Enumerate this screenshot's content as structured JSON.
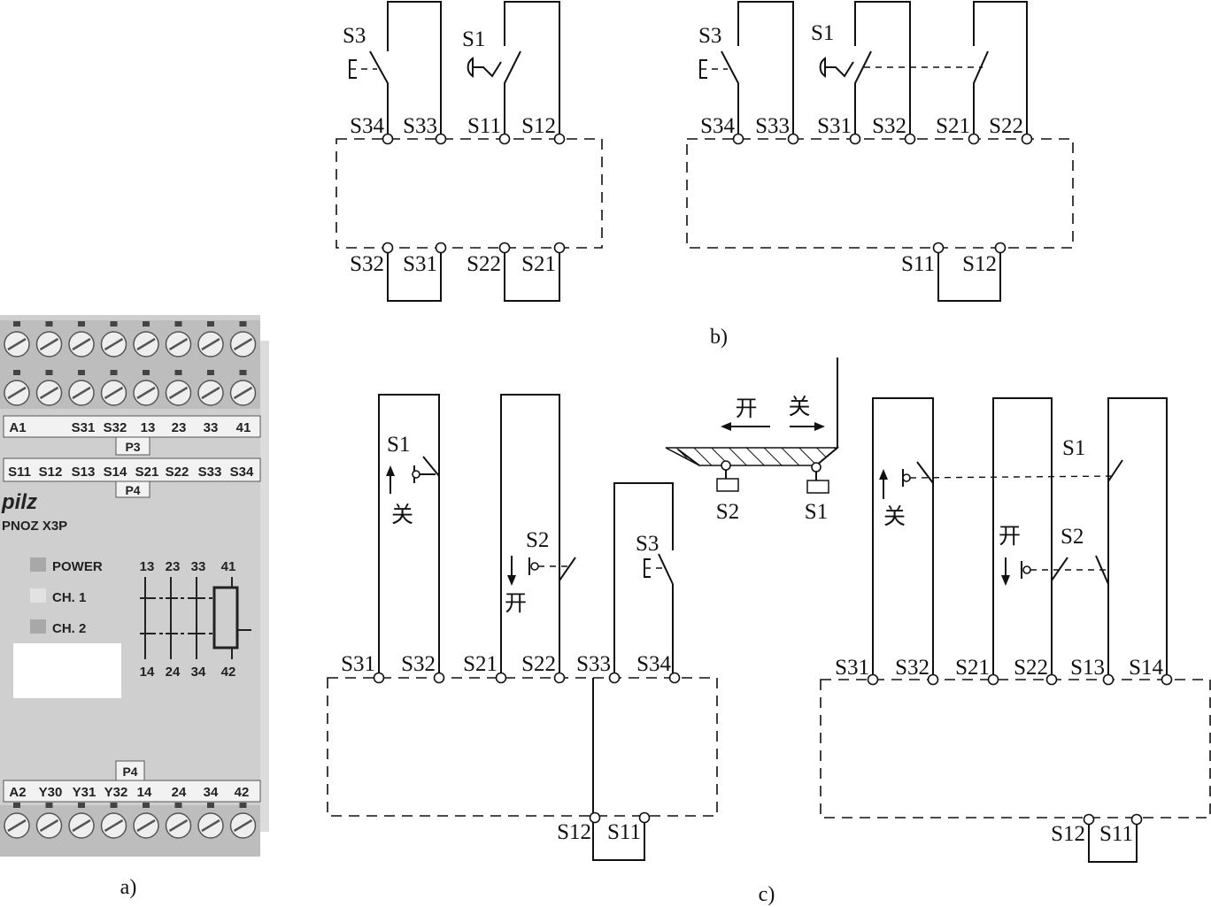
{
  "device": {
    "terminal_row_p3": [
      "A1",
      "S31",
      "S32",
      "13",
      "23",
      "33",
      "41"
    ],
    "p3_tag": "P3",
    "terminal_row_s": [
      "S11",
      "S12",
      "S13",
      "S14",
      "S21",
      "S22",
      "S33",
      "S34"
    ],
    "p4_tag": "P4",
    "brand": "pilz",
    "model": "PNOZ X3P",
    "leds": [
      "POWER",
      "CH. 1",
      "CH. 2"
    ],
    "contacts_top": [
      "13",
      "23",
      "33",
      "41"
    ],
    "contacts_bottom": [
      "14",
      "24",
      "34",
      "42"
    ],
    "p4_bottom_tag": "P4",
    "terminal_row_bottom": [
      "A2",
      "Y30",
      "Y31",
      "Y32",
      "14",
      "24",
      "34",
      "42"
    ],
    "caption": "a)"
  },
  "diagram_b": {
    "caption": "b)",
    "left": {
      "switch_labels": [
        "S3",
        "S1"
      ],
      "top_terminals": [
        "S34",
        "S33",
        "S11",
        "S12"
      ],
      "bottom_terminals": [
        "S32",
        "S31",
        "S22",
        "S21"
      ]
    },
    "right": {
      "switch_labels": [
        "S3",
        "S1"
      ],
      "top_terminals": [
        "S34",
        "S33",
        "S31",
        "S32",
        "S21",
        "S22"
      ],
      "bottom_terminals": [
        "S11",
        "S12"
      ]
    }
  },
  "diagram_c": {
    "caption": "c)",
    "door": {
      "open_label": "开",
      "close_label": "关",
      "switch_labels": [
        "S2",
        "S1"
      ]
    },
    "left": {
      "switch_labels": [
        "S1",
        "S2",
        "S3"
      ],
      "direction_labels": [
        "关",
        "开"
      ],
      "top_terminals": [
        "S31",
        "S32",
        "S21",
        "S22",
        "S33",
        "S34"
      ],
      "bottom_terminals": [
        "S12",
        "S11"
      ]
    },
    "right": {
      "switch_labels": [
        "S1",
        "S2"
      ],
      "direction_labels": [
        "关",
        "开"
      ],
      "top_terminals": [
        "S31",
        "S32",
        "S21",
        "S22",
        "S13",
        "S14"
      ],
      "bottom_terminals": [
        "S12",
        "S11"
      ]
    }
  }
}
